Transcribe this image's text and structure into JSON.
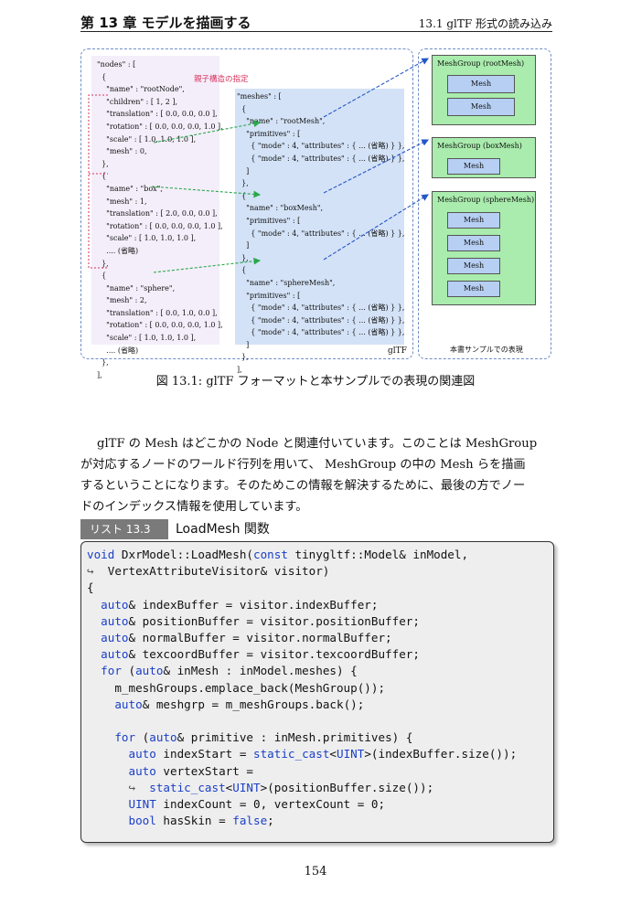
{
  "header": {
    "chapter": "第 13 章 モデルを描画する",
    "section": "13.1 glTF 形式の読み込み"
  },
  "figure": {
    "nodes_lines": [
      "\"nodes\" : [",
      "  {",
      "    \"name\" : \"rootNode\",",
      "    \"children\" : [ 1, 2 ],",
      "    \"translation\" : [ 0.0, 0.0, 0.0 ],",
      "    \"rotation\" : [ 0.0, 0.0, 0.0, 1.0 ],",
      "    \"scale\" : [ 1.0, 1.0, 1.0 ],",
      "    \"mesh\" : 0,",
      "  },",
      "  {",
      "    \"name\" : \"box\",",
      "    \"mesh\" : 1,",
      "    \"translation\" : [ 2.0, 0.0, 0.0 ],",
      "    \"rotation\" : [ 0.0, 0.0, 0.0, 1.0 ],",
      "    \"scale\" : [ 1.0, 1.0, 1.0 ],",
      "    .... (省略)",
      "  },",
      "  {",
      "    \"name\" : \"sphere\",",
      "    \"mesh\" : 2,",
      "    \"translation\" : [ 0.0, 1.0, 0.0 ],",
      "    \"rotation\" : [ 0.0, 0.0, 0.0, 1.0 ],",
      "    \"scale\" : [ 1.0, 1.0, 1.0 ],",
      "    .... (省略)",
      "  },",
      "],"
    ],
    "meshes_lines": [
      "\"meshes\" : [",
      "  {",
      "    \"name\" : \"rootMesh\",",
      "    \"primitives\" : [",
      "      { \"mode\" : 4, \"attributes\" : { ... (省略) } },",
      "      { \"mode\" : 4, \"attributes\" : { ... (省略) } },",
      "    ]",
      "  },",
      "  {",
      "    \"name\" : \"boxMesh\",",
      "    \"primitives\" : [",
      "      { \"mode\" : 4, \"attributes\" : { ... (省略) } },",
      "    ]",
      "  },",
      "  {",
      "    \"name\" : \"sphereMesh\",",
      "    \"primitives\" : [",
      "      { \"mode\" : 4, \"attributes\" : { ... (省略) } },",
      "      { \"mode\" : 4, \"attributes\" : { ... (省略) } },",
      "      { \"mode\" : 4, \"attributes\" : { ... (省略) } },",
      "    ]",
      "  },",
      "],"
    ],
    "hierarchy_note": "親子構造の指定",
    "gltf_label": "glTF",
    "repr_label": "本書サンプルでの表現",
    "mesh_groups": [
      {
        "title": "MeshGroup  (rootMesh)",
        "meshes": [
          "Mesh",
          "Mesh"
        ]
      },
      {
        "title": "MeshGroup  (boxMesh)",
        "meshes": [
          "Mesh"
        ]
      },
      {
        "title": "MeshGroup  (sphereMesh)",
        "meshes": [
          "Mesh",
          "Mesh",
          "Mesh",
          "Mesh"
        ]
      }
    ],
    "caption": "図 13.1: glTF フォーマットと本サンプルでの表現の関連図",
    "colors": {
      "nodes_bg": "#f4eefa",
      "meshes_bg": "#d3e2f6",
      "meshgroup_bg": "#a9ecad",
      "mesh_bg": "#b6cff3",
      "arrow_green": "#2aa84a",
      "arrow_blue": "#2456c9"
    }
  },
  "paragraph_lines": [
    "glTF の Mesh はどこかの Node と関連付いています。このことは MeshGroup",
    "が対応するノードのワールド行列を用いて、 MeshGroup の中の Mesh らを描画",
    "するということになります。そのためこの情報を解決するために、最後の方でノー",
    "ドのインデックス情報を使用しています。"
  ],
  "listing": {
    "tab": "リスト 13.3",
    "title": "LoadMesh 関数",
    "lines": [
      "void DxrModel::LoadMesh(const tinygltf::Model& inModel,",
      "↪  VertexAttributeVisitor& visitor)",
      "{",
      "  auto& indexBuffer = visitor.indexBuffer;",
      "  auto& positionBuffer = visitor.positionBuffer;",
      "  auto& normalBuffer = visitor.normalBuffer;",
      "  auto& texcoordBuffer = visitor.texcoordBuffer;",
      "  for (auto& inMesh : inModel.meshes) {",
      "    m_meshGroups.emplace_back(MeshGroup());",
      "    auto& meshgrp = m_meshGroups.back();",
      "",
      "    for (auto& primitive : inMesh.primitives) {",
      "      auto indexStart = static_cast<UINT>(indexBuffer.size());",
      "      auto vertexStart =",
      "      ↪  static_cast<UINT>(positionBuffer.size());",
      "      UINT indexCount = 0, vertexCount = 0;",
      "      bool hasSkin = false;"
    ]
  },
  "page_number": "154"
}
